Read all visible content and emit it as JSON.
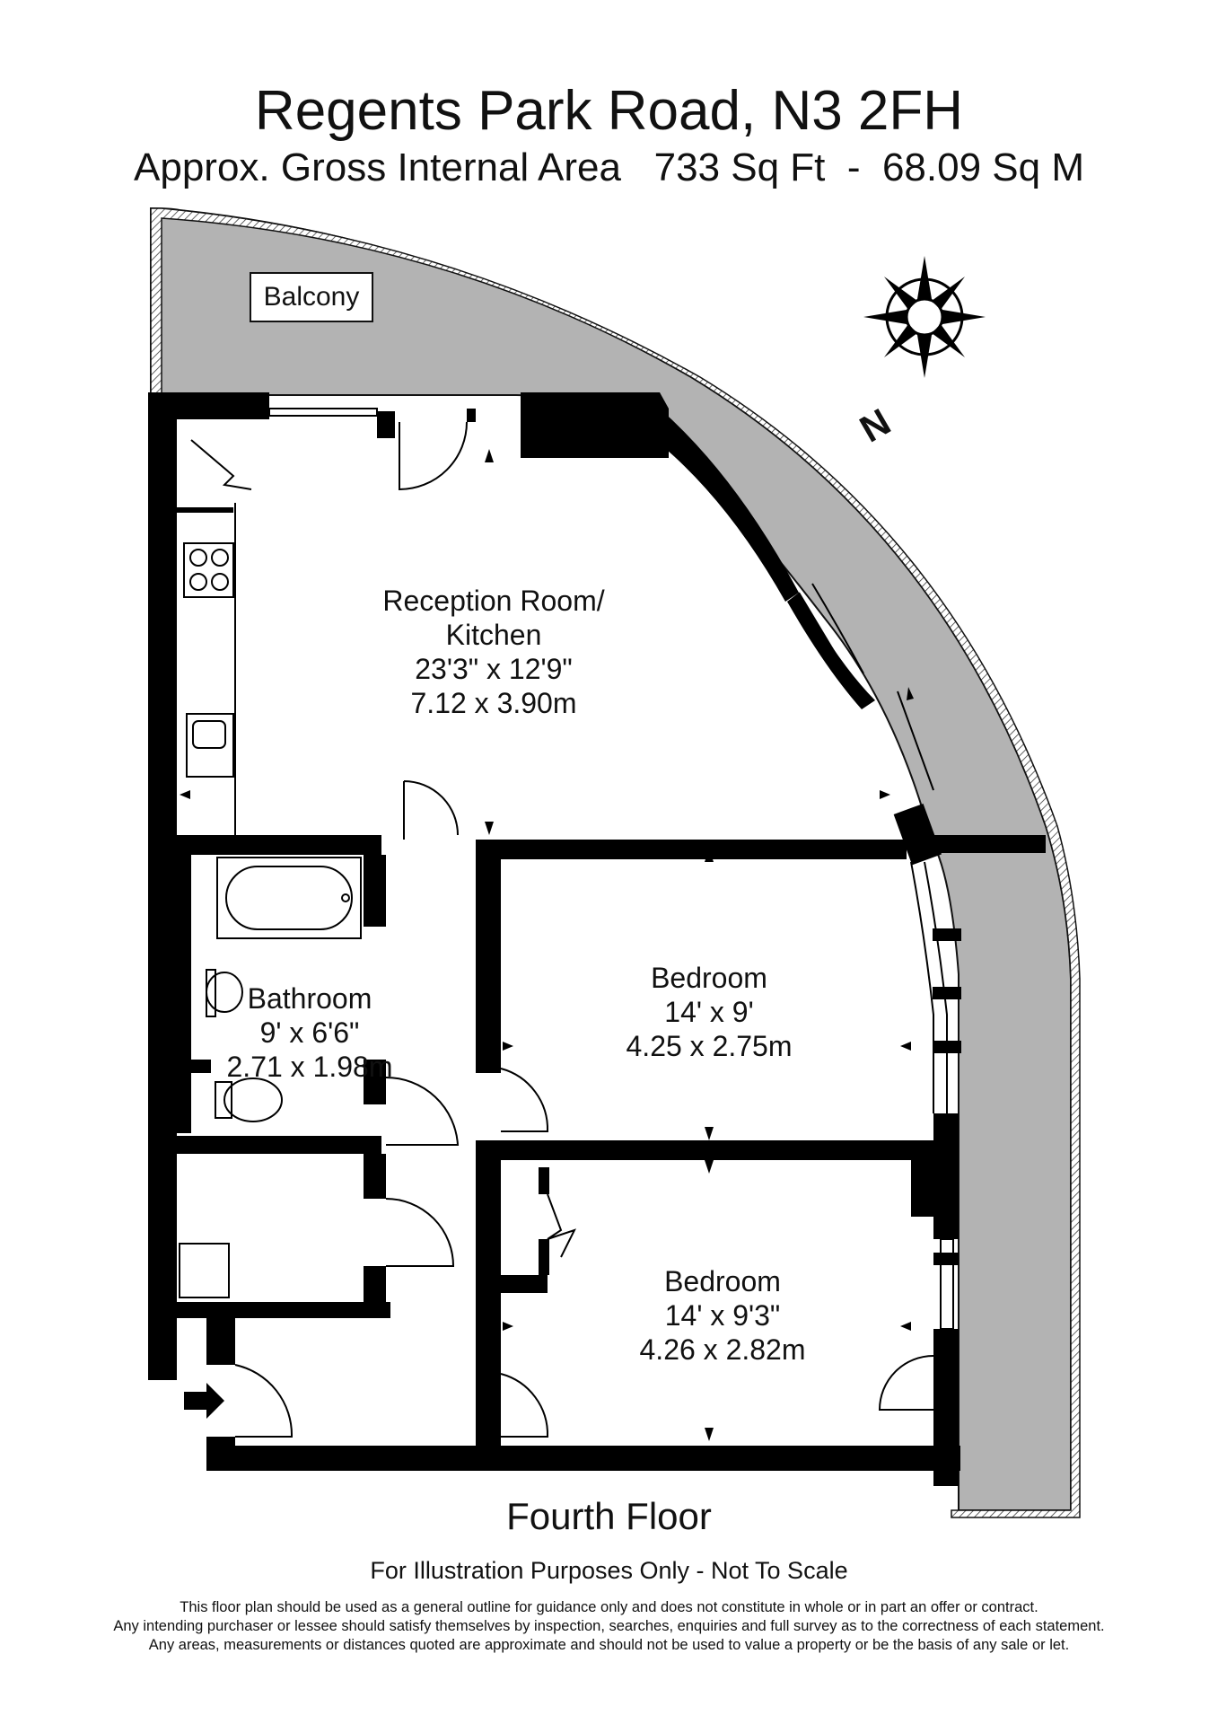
{
  "header": {
    "title": "Regents Park Road, N3 2FH",
    "subtitle": "Approx. Gross Internal Area   733 Sq Ft  -  68.09 Sq M"
  },
  "balcony_label": "Balcony",
  "compass": {
    "label": "N"
  },
  "rooms": {
    "reception": {
      "name_line1": "Reception Room/",
      "name_line2": "Kitchen",
      "imperial": "23'3\" x 12'9\"",
      "metric": "7.12 x 3.90m"
    },
    "bathroom": {
      "name": "Bathroom",
      "imperial": "9' x 6'6\"",
      "metric": "2.71 x 1.98m"
    },
    "bedroom1": {
      "name": "Bedroom",
      "imperial": "14' x 9'",
      "metric": "4.25 x 2.75m"
    },
    "bedroom2": {
      "name": "Bedroom",
      "imperial": "14' x 9'3\"",
      "metric": "4.26 x 2.82m"
    }
  },
  "footer": {
    "floor": "Fourth Floor",
    "note": "For Illustration Purposes Only - Not To Scale",
    "disclaimer_1": "This floor plan should be used as a general outline for guidance only and does not constitute in whole or in part an offer or contract.",
    "disclaimer_2": "Any intending purchaser or lessee should satisfy themselves by inspection, searches, enquiries and full survey as to the correctness of each statement.",
    "disclaimer_3": "Any areas, measurements or distances quoted are approximate and should not be used to value a property or be the basis of any sale or let."
  },
  "colors": {
    "wall": "#000000",
    "balcony": "#b3b3b3",
    "paper": "#ffffff"
  }
}
